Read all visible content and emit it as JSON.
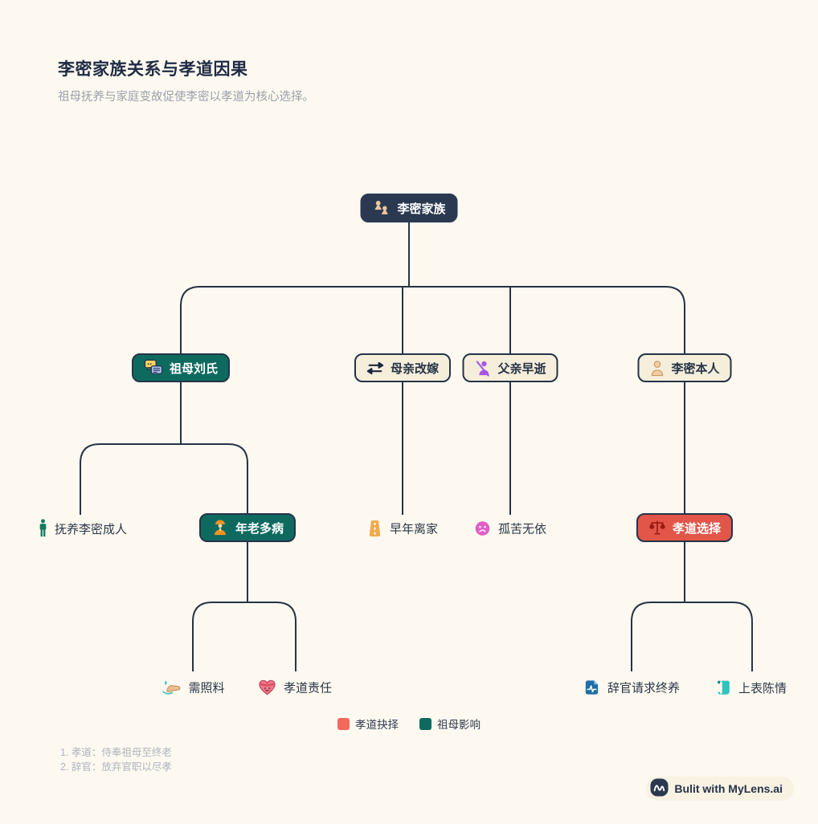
{
  "header": {
    "title": "李密家族关系与孝道因果",
    "subtitle": "祖母抚养与家庭变故促使李密以孝道为核心选择。"
  },
  "nodes": {
    "family": "李密家族",
    "grandmother": "祖母刘氏",
    "mother_remarried": "母亲改嫁",
    "father_died": "父亲早逝",
    "limi_self": "李密本人",
    "raised_limi": "抚养李密成人",
    "old_sick": "年老多病",
    "left_home": "早年离家",
    "alone": "孤苦无依",
    "filial_choice": "孝道选择",
    "needs_care": "需照料",
    "filial_duty": "孝道责任",
    "resign_request": "辞官请求终养",
    "memorial": "上表陈情"
  },
  "legend": [
    {
      "label": "孝道抉择",
      "color": "#f4695e"
    },
    {
      "label": "祖母影响",
      "color": "#0e6a5f"
    }
  ],
  "footnotes": [
    "1. 孝道：侍奉祖母至终老",
    "2. 辞官：放弃官职以尽孝"
  ],
  "badge": {
    "label": "Bulit with MyLens.ai"
  },
  "colors": {
    "background": "#fdf9f0",
    "node_dark": "#2b3950",
    "node_teal": "#0e6a5f",
    "node_cream": "#f5eedb",
    "node_red": "#e2564a",
    "connector": "#263348",
    "title_text": "#1f2b45",
    "subtitle_text": "#9aa0ab"
  }
}
